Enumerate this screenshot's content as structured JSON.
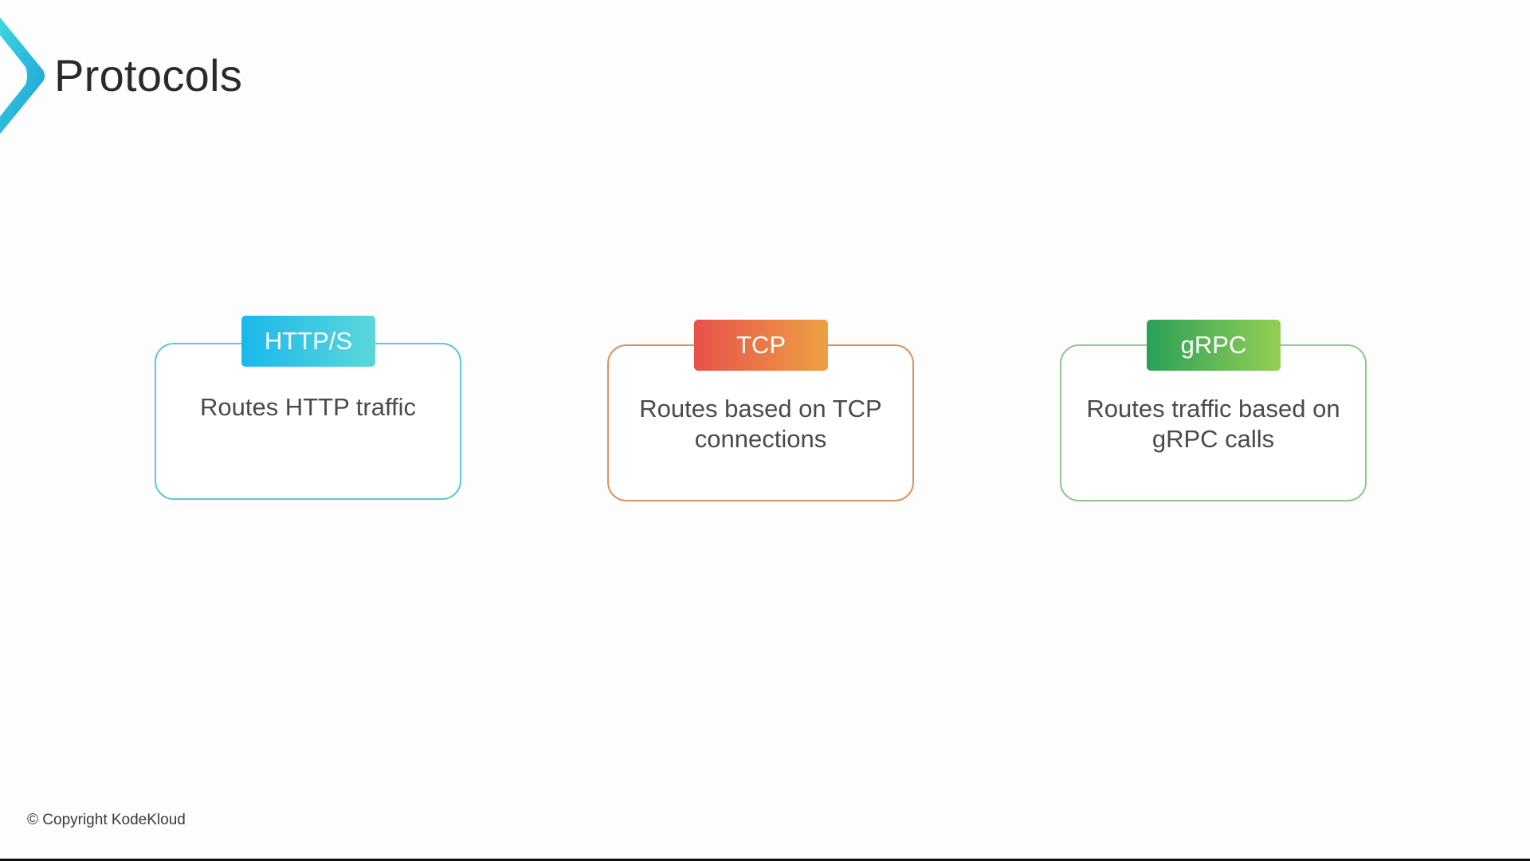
{
  "title": "Protocols",
  "cards": [
    {
      "tag": "HTTP/S",
      "description": "Routes HTTP traffic",
      "border_color": "#5ec8dc",
      "tag_gradient": [
        "#1ab8ec",
        "#5bd7d9"
      ]
    },
    {
      "tag": "TCP",
      "description": "Routes based on TCP connections",
      "border_color": "#e0905f",
      "tag_gradient": [
        "#e8504a",
        "#eda143"
      ]
    },
    {
      "tag": "gRPC",
      "description": "Routes traffic based on gRPC calls",
      "border_color": "#8ec98a",
      "tag_gradient": [
        "#2aa056",
        "#94cf55"
      ]
    }
  ],
  "copyright": "© Copyright KodeKloud",
  "logo": {
    "icon": "kodekloud-logo-icon",
    "colors": [
      "#3ed6e0",
      "#1a9ed8"
    ]
  }
}
